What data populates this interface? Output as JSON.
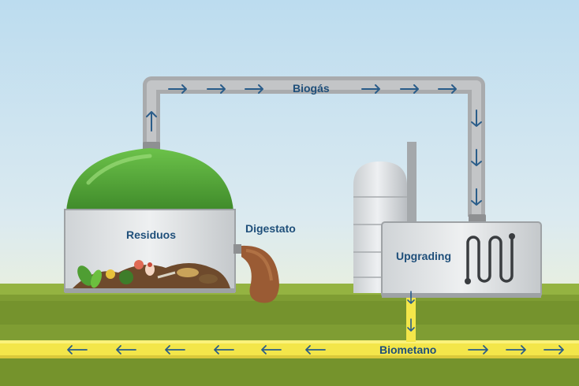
{
  "labels": {
    "biogas": "Biogás",
    "residuos": "Residuos",
    "digestato": "Digestato",
    "upgrading": "Upgrading",
    "biometano": "Biometano"
  },
  "colors": {
    "sky_top": "#c6e0ef",
    "sky_bottom": "#e6f0e6",
    "grass": "#8aa83a",
    "grass_dark": "#5f7a22",
    "pipe_gray": "#b5b7b9",
    "dome_green": "#4f9e33",
    "biomethane_yellow": "#f6ea4a",
    "digestate_brown": "#9a5b34",
    "label_blue": "#1f4f7a",
    "arrow_blue": "#2a5d8a"
  }
}
